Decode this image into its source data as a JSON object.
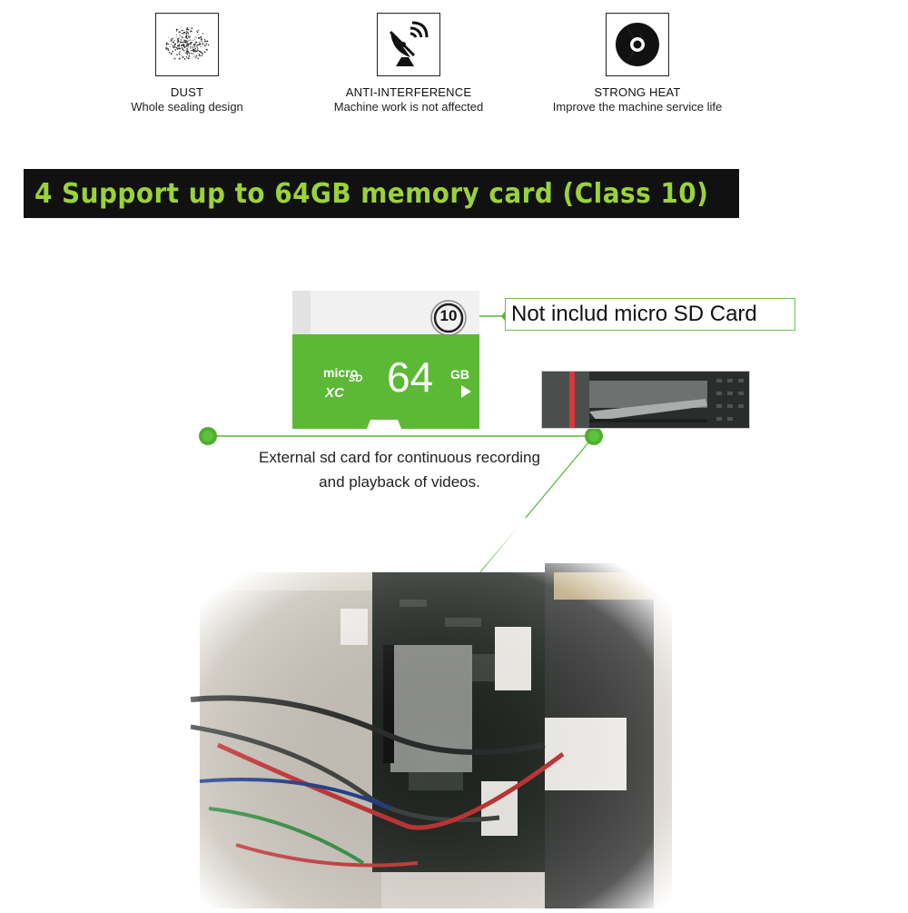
{
  "features": [
    {
      "icon": "dust-icon",
      "title": "DUST",
      "subtitle": "Whole sealing design"
    },
    {
      "icon": "satellite-dish-icon",
      "title": "ANTI-INTERFERENCE",
      "subtitle": "Machine work is not affected"
    },
    {
      "icon": "radiation-icon",
      "title": "STRONG HEAT",
      "subtitle": "Improve the machine service life"
    }
  ],
  "banner": {
    "text": "4  Support up to 64GB memory card (Class 10)"
  },
  "sd_card": {
    "class_badge": "10",
    "brand_line1": "micro",
    "brand_line2": "SD",
    "brand_line3": "XC",
    "capacity": "64",
    "unit": "GB"
  },
  "callout": {
    "text": "Not includ micro SD Card"
  },
  "caption": {
    "line1": "External sd card for continuous recording",
    "line2": "and playback of videos."
  },
  "colors": {
    "accent_green": "#5db33a",
    "banner_bg": "#111111",
    "banner_text": "#9ad23a"
  }
}
